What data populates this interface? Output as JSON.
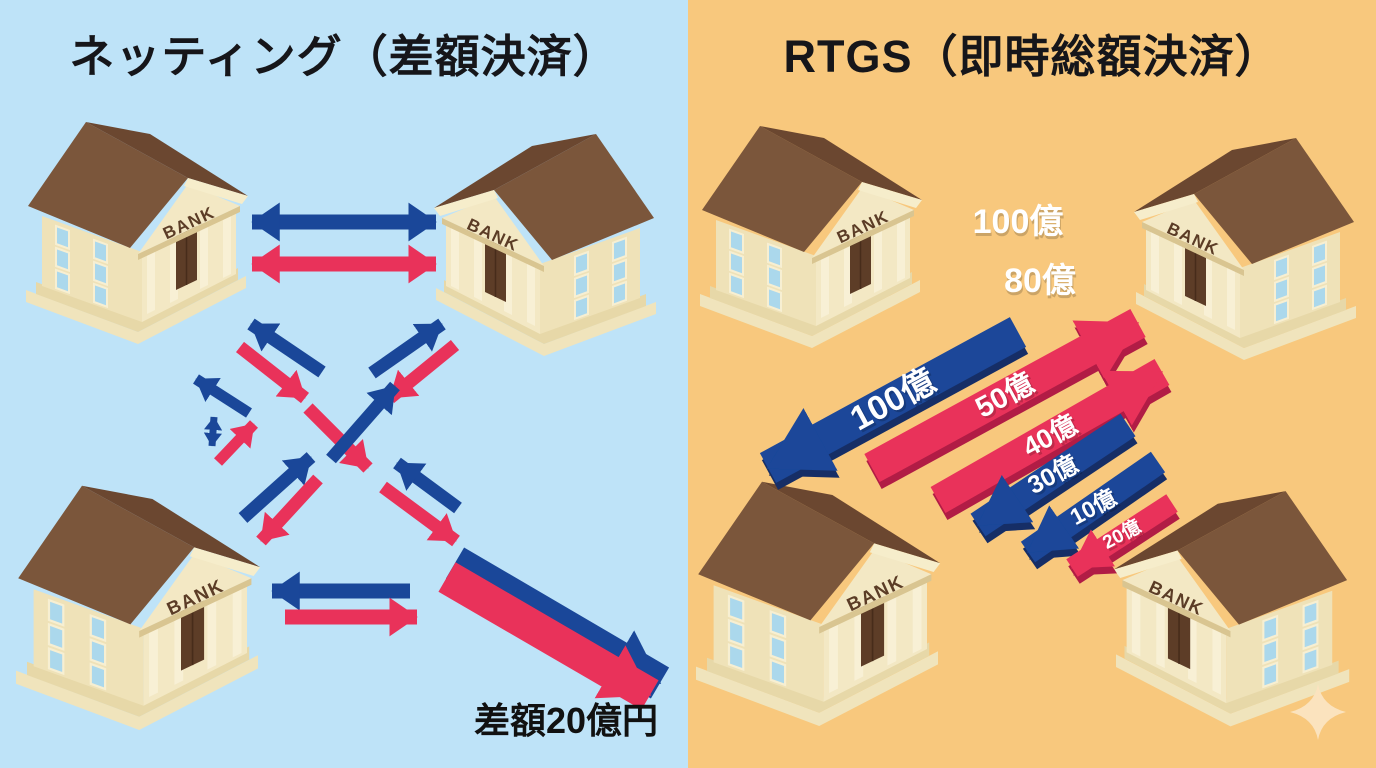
{
  "bank_label": "BANK",
  "colors": {
    "blue_flow": "#1A4799",
    "red_flow": "#E9325A",
    "left_background": "#BEE3F8",
    "right_background": "#F8C87D"
  },
  "left_panel": {
    "title": "ネッティング（差額決済）",
    "result_label": "差額20億円"
  },
  "right_panel": {
    "title": "RTGS（即時総額決済）",
    "flows": [
      {
        "label": "100億",
        "color": "blue",
        "direction": "right"
      },
      {
        "label": "80億",
        "color": "red",
        "direction": "left"
      },
      {
        "label": "100億",
        "color": "blue",
        "direction": "down-left"
      },
      {
        "label": "50億",
        "color": "red",
        "direction": "up-right"
      },
      {
        "label": "40億",
        "color": "red",
        "direction": "up-right"
      },
      {
        "label": "30億",
        "color": "blue",
        "direction": "down-left"
      },
      {
        "label": "10億",
        "color": "blue",
        "direction": "down-left"
      },
      {
        "label": "20億",
        "color": "red",
        "direction": "down-left"
      }
    ]
  }
}
